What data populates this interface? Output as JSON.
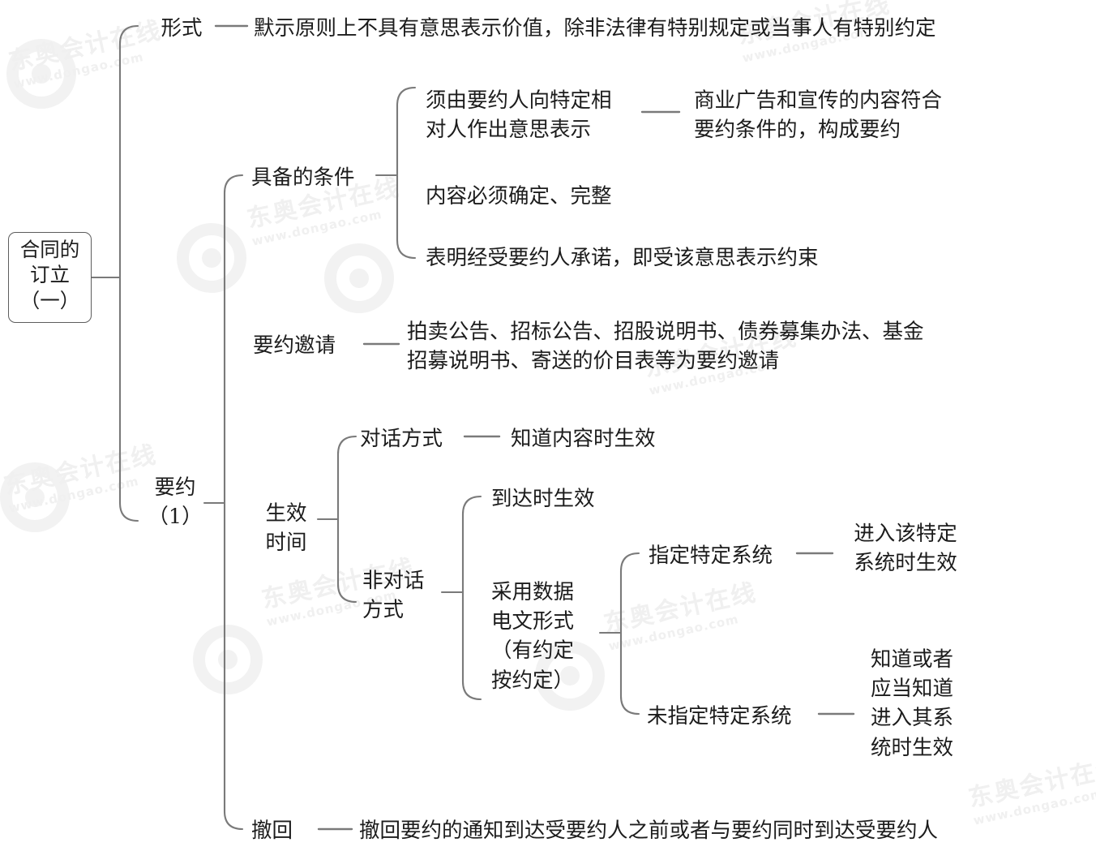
{
  "diagram": {
    "type": "mindmap",
    "title": "合同的订立（一）",
    "root": {
      "label": "合同的\n订立\n（一）"
    },
    "level1": [
      {
        "id": "xingshi",
        "label": "形式"
      },
      {
        "id": "yaoyue",
        "label": "要约\n（1）"
      }
    ],
    "level2": [
      {
        "id": "tiaojian",
        "label": "具备的条件"
      },
      {
        "id": "yaoyueyaoqing",
        "label": "要约邀请"
      },
      {
        "id": "shengxiao",
        "label": "生效\n时间"
      },
      {
        "id": "chehui",
        "label": "撤回"
      }
    ],
    "leaves": {
      "xingshi_text": "默示原则上不具有意思表示价值，除非法律有特别规定或当事人有特别约定",
      "tiaojian_1": "须由要约人向特定相\n对人作出意思表示",
      "tiaojian_1_note": "商业广告和宣传的内容符合\n要约条件的，构成要约",
      "tiaojian_2": "内容必须确定、完整",
      "tiaojian_3": "表明经受要约人承诺，即受该意思表示约束",
      "yaoqing_text": "拍卖公告、招标公告、招股说明书、债券募集办法、基金\n招募说明书、寄送的价目表等为要约邀请",
      "duihua": "对话方式",
      "duihua_text": "知道内容时生效",
      "feiduihua": "非对话\n方式",
      "daoda": "到达时生效",
      "dianwen": "采用数据\n电文形式\n（有约定\n按约定）",
      "zhiding": "指定特定系统",
      "zhiding_text": "进入该特定\n系统时生效",
      "weizhiding": "未指定特定系统",
      "weizhiding_text": "知道或者\n应当知道\n进入其系\n统时生效",
      "chehui_text": "撤回要约的通知到达受要约人之前或者与要约同时到达受要约人"
    },
    "watermark": {
      "brand": "东奥会计在线",
      "site": "www.dongao.com"
    },
    "colors": {
      "line": "#7a7a7a",
      "text": "#1c1c1c",
      "box_border": "#5d5d5d",
      "background": "#ffffff"
    }
  }
}
